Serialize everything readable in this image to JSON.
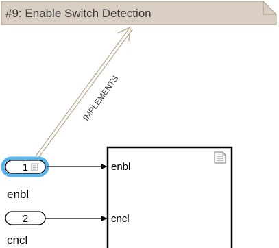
{
  "requirement": {
    "label": "#9: Enable Switch Detection",
    "link_label": "IMPLEMENTS"
  },
  "inports": [
    {
      "number": "1",
      "name": "enbl",
      "selected": true,
      "has_badge": true
    },
    {
      "number": "2",
      "name": "cncl",
      "selected": false,
      "has_badge": false
    }
  ],
  "subsystem": {
    "ports": [
      "enbl",
      "cncl"
    ],
    "icon": "document-icon"
  },
  "colors": {
    "requirement_fill": "#d8cfc2",
    "requirement_stroke": "#a89b88",
    "link_stroke": "#b8a58d",
    "selection_glow": "#5ab4ec",
    "line": "#000000"
  }
}
